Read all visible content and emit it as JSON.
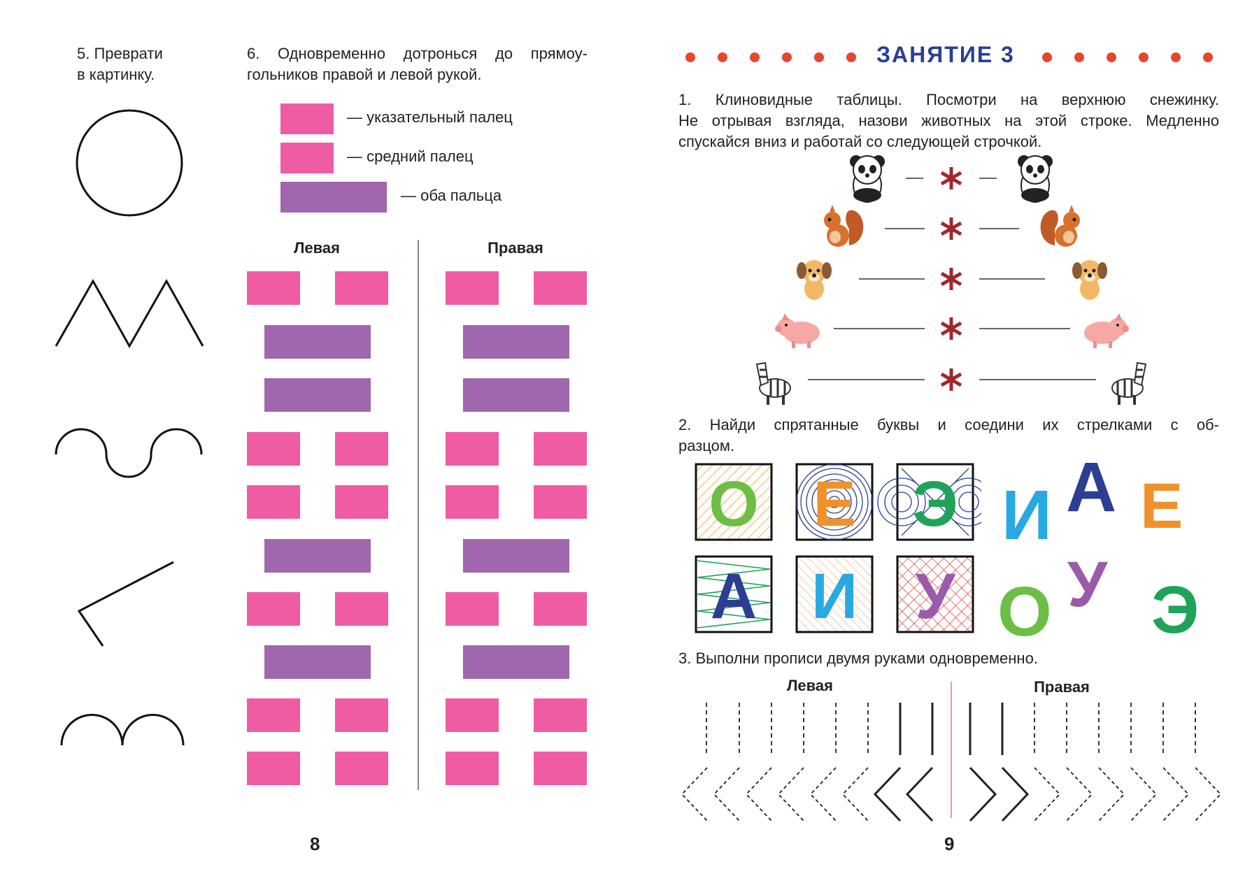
{
  "left_page": {
    "task5": {
      "line1": "5.  Преврати",
      "line2": "в  картинку."
    },
    "task6": {
      "line1": "6.  Одновременно  дотронься  до  прямоу-",
      "line2": "гольников  правой  и  левой  рукой."
    },
    "legend": [
      {
        "text": "—  указательный  палец"
      },
      {
        "text": "—  средний  палец"
      },
      {
        "text": "—  оба  пальца"
      }
    ],
    "left_label": "Левая",
    "right_label": "Правая",
    "pattern_rows": [
      "pair",
      "wide",
      "wide",
      "pair",
      "pair",
      "wide",
      "pair",
      "wide",
      "pair",
      "pair"
    ],
    "page_number": "8"
  },
  "right_page": {
    "heading": "ЗАНЯТИЕ  3",
    "task1": {
      "line1": "1.  Клиновидные  таблицы.  Посмотри  на  верхнюю  снежинку.",
      "line2": "Не  отрывая  взгляда,  назови  животных  на  этой  строке.  Медленно",
      "line3": "спускайся  вниз  и  работай  со  следующей  строчкой."
    },
    "animals": [
      {
        "icon": "panda-icon"
      },
      {
        "icon": "squirrel-icon"
      },
      {
        "icon": "puppy-icon"
      },
      {
        "icon": "pig-icon"
      },
      {
        "icon": "zebra-icon"
      }
    ],
    "task2": {
      "line1": "2.  Найди  спрятанные  буквы  и  соедини  их  стрелками  с  об-",
      "line2": "разцом."
    },
    "hidden_letters": [
      {
        "char": "О",
        "color": "#6cbe45"
      },
      {
        "char": "Е",
        "color": "#f0922b"
      },
      {
        "char": "Э",
        "color": "#1fa35a"
      },
      {
        "char": "А",
        "color": "#2b3e94"
      },
      {
        "char": "И",
        "color": "#29a9e1"
      },
      {
        "char": "У",
        "color": "#9a5bab"
      }
    ],
    "sample_letters": [
      {
        "char": "И",
        "color": "#29a9e1"
      },
      {
        "char": "А",
        "color": "#2b3e94"
      },
      {
        "char": "Е",
        "color": "#f0922b"
      },
      {
        "char": "О",
        "color": "#6cbe45"
      },
      {
        "char": "У",
        "color": "#9a5bab"
      },
      {
        "char": "Э",
        "color": "#1fa35a"
      }
    ],
    "task3": "3.  Выполни  прописи  двумя  руками  одновременно.",
    "left_label": "Левая",
    "right_label": "Правая",
    "page_number": "9"
  },
  "colors": {
    "pink": "#f05ca3",
    "purple": "#a066ae",
    "heading_blue": "#2b3e94",
    "dot_red": "#e8442e",
    "asterisk": "#a0282d"
  }
}
